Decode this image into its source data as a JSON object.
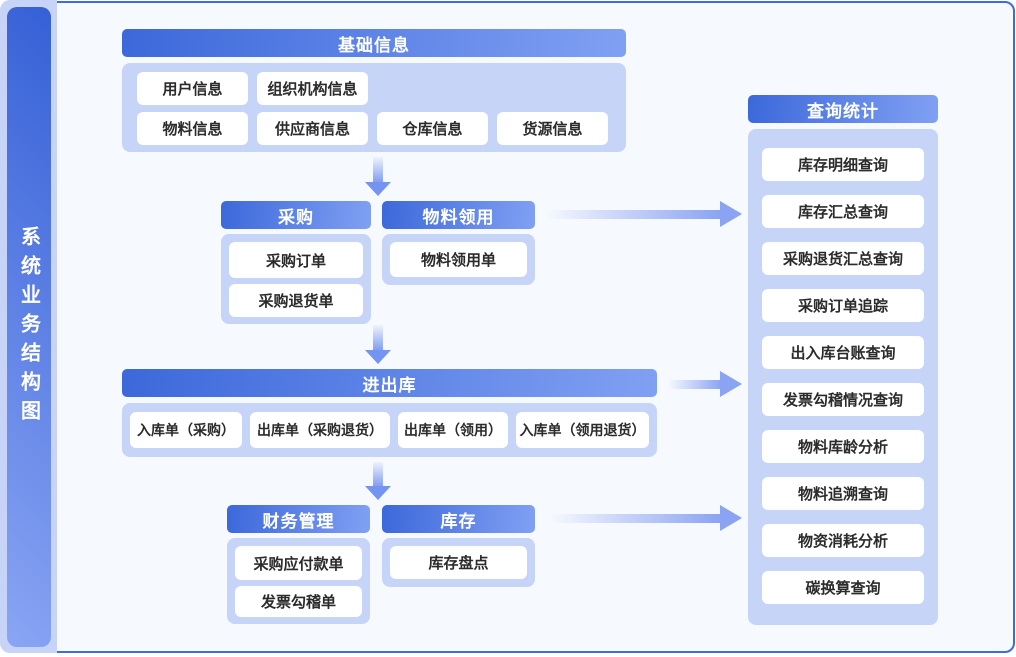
{
  "sidebar": {
    "title": "系统业务结构图"
  },
  "colors": {
    "accent_dark": "#3c68da",
    "accent_light": "#80a0f3",
    "panel": "#c6d4f8",
    "strip": "#c7d4f8",
    "background": "#f6f9fe",
    "frame_border": "#3f6cdb",
    "item_text": "#2b2b2b"
  },
  "sections": {
    "base": {
      "title": "基础信息",
      "row1": [
        "用户信息",
        "组织机构信息"
      ],
      "row2": [
        "物料信息",
        "供应商信息",
        "仓库信息",
        "货源信息"
      ]
    },
    "purchase": {
      "title": "采购",
      "items": [
        "采购订单",
        "采购退货单"
      ]
    },
    "requisition": {
      "title": "物料领用",
      "items": [
        "物料领用单"
      ]
    },
    "inout": {
      "title": "进出库",
      "items": [
        "入库单（采购）",
        "出库单（采购退货）",
        "出库单（领用）",
        "入库单（领用退货）"
      ]
    },
    "finance": {
      "title": "财务管理",
      "items": [
        "采购应付款单",
        "发票勾稽单"
      ]
    },
    "inventory": {
      "title": "库存",
      "items": [
        "库存盘点"
      ]
    },
    "query": {
      "title": "查询统计",
      "items": [
        "库存明细查询",
        "库存汇总查询",
        "采购退货汇总查询",
        "采购订单追踪",
        "出入库台账查询",
        "发票勾稽情况查询",
        "物料库龄分析",
        "物料追溯查询",
        "物资消耗分析",
        "碳换算查询"
      ]
    }
  }
}
